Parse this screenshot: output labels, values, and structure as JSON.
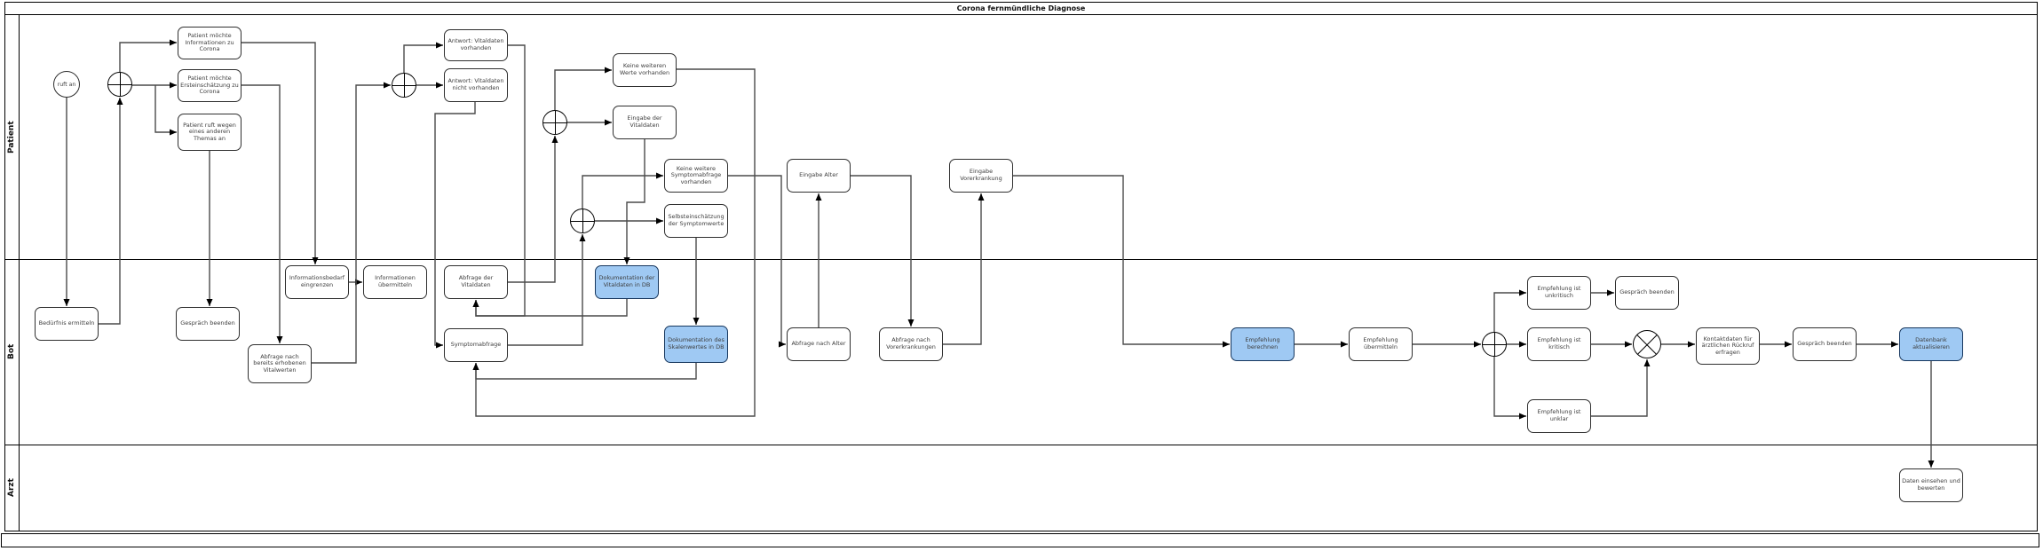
{
  "title": "Corona fernmündliche Diagnose",
  "lanes": [
    "Patient",
    "Bot",
    "Arzt"
  ],
  "colors": {
    "highlight_fill": "#9fc9f3",
    "highlight_border": "#17375e",
    "task_fill": "#ffffff",
    "task_border": "#2f2f2f",
    "edge": "#4a4a4a"
  },
  "nodes": [
    {
      "type": "start-event",
      "label": "ruft an",
      "lane": "Patient"
    },
    {
      "type": "gateway",
      "variant": "plus",
      "lane": "Patient"
    },
    {
      "type": "task",
      "label": "Patient möchte Informationen zu Corona",
      "lane": "Patient"
    },
    {
      "type": "task",
      "label": "Patient möchte Ersteinschätzung zu Corona",
      "lane": "Patient"
    },
    {
      "type": "task",
      "label": "Patient ruft wegen eines anderen Themas an",
      "lane": "Patient"
    },
    {
      "type": "gateway",
      "variant": "plus",
      "lane": "Patient"
    },
    {
      "type": "task",
      "label": "Antwort: Vitaldaten vorhanden",
      "lane": "Patient"
    },
    {
      "type": "task",
      "label": "Antwort: Vitaldaten nicht vorhanden",
      "lane": "Patient"
    },
    {
      "type": "gateway",
      "variant": "plus",
      "lane": "Patient"
    },
    {
      "type": "task",
      "label": "Keine weiteren Werte vorhanden",
      "lane": "Patient"
    },
    {
      "type": "task",
      "label": "Eingabe der Vitaldaten",
      "lane": "Patient"
    },
    {
      "type": "task",
      "label": "Keine weitere Symptomabfrage vorhanden",
      "lane": "Patient"
    },
    {
      "type": "gateway",
      "variant": "plus",
      "lane": "Patient"
    },
    {
      "type": "task",
      "label": "Selbsteinschätzung der Symptomwerte",
      "lane": "Patient"
    },
    {
      "type": "task",
      "label": "Eingabe Alter",
      "lane": "Patient"
    },
    {
      "type": "task",
      "label": "Eingabe Vorerkrankung",
      "lane": "Patient"
    },
    {
      "type": "task",
      "label": "Bedürfnis ermitteln",
      "lane": "Bot"
    },
    {
      "type": "task",
      "label": "Gespräch beenden",
      "lane": "Bot"
    },
    {
      "type": "task",
      "label": "Informationsbedarf eingrenzen",
      "lane": "Bot"
    },
    {
      "type": "task",
      "label": "Informationen übermitteln",
      "lane": "Bot"
    },
    {
      "type": "task",
      "label": "Abfrage nach bereits erhobenen Vitalwerten",
      "lane": "Bot"
    },
    {
      "type": "task",
      "label": "Abfrage der Vitaldaten",
      "lane": "Bot"
    },
    {
      "type": "task",
      "label": "Symptomabfrage",
      "lane": "Bot"
    },
    {
      "type": "task",
      "label": "Dokumentation der Vitaldaten in DB",
      "lane": "Bot",
      "highlight": true
    },
    {
      "type": "task",
      "label": "Dokumentation des Skalenwertes in DB",
      "lane": "Bot",
      "highlight": true
    },
    {
      "type": "task",
      "label": "Abfrage nach Alter",
      "lane": "Bot"
    },
    {
      "type": "task",
      "label": "Abfrage nach Vorerkrankungen",
      "lane": "Bot"
    },
    {
      "type": "task",
      "label": "Empfehlung berechnen",
      "lane": "Bot",
      "highlight": true
    },
    {
      "type": "task",
      "label": "Empfehlung übermitteln",
      "lane": "Bot"
    },
    {
      "type": "gateway",
      "variant": "plus",
      "lane": "Bot"
    },
    {
      "type": "task",
      "label": "Empfehlung ist unkritisch",
      "lane": "Bot"
    },
    {
      "type": "task",
      "label": "Empfehlung ist kritisch",
      "lane": "Bot"
    },
    {
      "type": "task",
      "label": "Empfehlung ist unklar",
      "lane": "Bot"
    },
    {
      "type": "task",
      "label": "Gespräch beenden",
      "lane": "Bot"
    },
    {
      "type": "gateway",
      "variant": "x",
      "lane": "Bot"
    },
    {
      "type": "task",
      "label": "Kontaktdaten für ärztlichen Rückruf erfragen",
      "lane": "Bot"
    },
    {
      "type": "task",
      "label": "Gespräch beenden",
      "lane": "Bot"
    },
    {
      "type": "task",
      "label": "Datenbank aktualisieren",
      "lane": "Bot",
      "highlight": true
    },
    {
      "type": "task",
      "label": "Daten einsehen und bewerten",
      "lane": "Arzt"
    }
  ],
  "flows": [
    {
      "from": 0,
      "to": 16
    },
    {
      "from": 16,
      "to": 1
    },
    {
      "from": 1,
      "to": 2
    },
    {
      "from": 1,
      "to": 3
    },
    {
      "from": 1,
      "to": 4
    },
    {
      "from": 2,
      "to": 18
    },
    {
      "from": 3,
      "to": 20
    },
    {
      "from": 4,
      "to": 17
    },
    {
      "from": 18,
      "to": 19
    },
    {
      "from": 20,
      "to": 5
    },
    {
      "from": 5,
      "to": 6
    },
    {
      "from": 5,
      "to": 7
    },
    {
      "from": 6,
      "to": 21
    },
    {
      "from": 7,
      "to": 22
    },
    {
      "from": 21,
      "to": 8
    },
    {
      "from": 8,
      "to": 9
    },
    {
      "from": 8,
      "to": 10
    },
    {
      "from": 10,
      "to": 23
    },
    {
      "from": 23,
      "to": 21
    },
    {
      "from": 9,
      "to": 22
    },
    {
      "from": 22,
      "to": 12
    },
    {
      "from": 12,
      "to": 11
    },
    {
      "from": 12,
      "to": 13
    },
    {
      "from": 13,
      "to": 24
    },
    {
      "from": 24,
      "to": 22
    },
    {
      "from": 11,
      "to": 25
    },
    {
      "from": 25,
      "to": 14
    },
    {
      "from": 14,
      "to": 26
    },
    {
      "from": 26,
      "to": 15
    },
    {
      "from": 15,
      "to": 27
    },
    {
      "from": 27,
      "to": 28
    },
    {
      "from": 28,
      "to": 29
    },
    {
      "from": 29,
      "to": 30
    },
    {
      "from": 29,
      "to": 31
    },
    {
      "from": 29,
      "to": 32
    },
    {
      "from": 30,
      "to": 33
    },
    {
      "from": 31,
      "to": 34
    },
    {
      "from": 32,
      "to": 34
    },
    {
      "from": 34,
      "to": 35
    },
    {
      "from": 35,
      "to": 36
    },
    {
      "from": 36,
      "to": 37
    },
    {
      "from": 37,
      "to": 38
    }
  ]
}
